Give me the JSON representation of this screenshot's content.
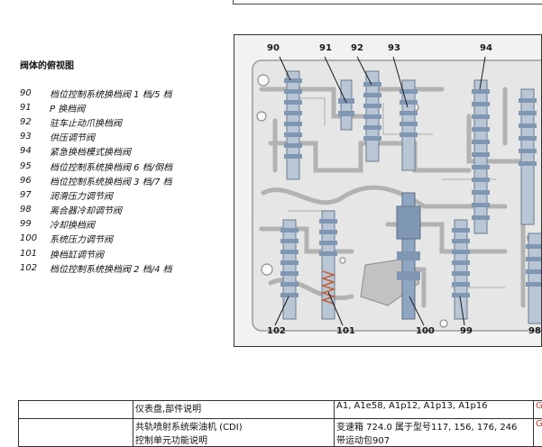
{
  "heading": "阀体的俯视图",
  "legend": [
    {
      "num": "90",
      "text": "档位控制系统换档阀 1 档/5 档"
    },
    {
      "num": "91",
      "text": "P 换档阀"
    },
    {
      "num": "92",
      "text": "驻车止动爪换档阀"
    },
    {
      "num": "93",
      "text": "供压调节阀"
    },
    {
      "num": "94",
      "text": "紧急换档模式换档阀"
    },
    {
      "num": "95",
      "text": "档位控制系统换档阀 6 档/倒档"
    },
    {
      "num": "96",
      "text": "档位控制系统换档阀 3 档/7 档"
    },
    {
      "num": "97",
      "text": "润滑压力调节阀"
    },
    {
      "num": "98",
      "text": "离合器冷却调节阀"
    },
    {
      "num": "99",
      "text": "冷却换档阀"
    },
    {
      "num": "100",
      "text": "系统压力调节阀"
    },
    {
      "num": "101",
      "text": "换档缸调节阀"
    },
    {
      "num": "102",
      "text": "档位控制系统换档阀 2 档/4 档"
    }
  ],
  "figure": {
    "callouts_top": [
      "90",
      "91",
      "92",
      "93",
      "94"
    ],
    "callouts_bottom": [
      "102",
      "101",
      "100",
      "99",
      "98"
    ]
  },
  "table": {
    "row1": {
      "c2": "仪表盘,部件说明",
      "c3": "A1, A1e58, A1p12, A1p13, A1p16",
      "c4": "G"
    },
    "row2": {
      "c2": "共轨喷射系统柴油机 (CDI)",
      "c3": "变速箱 724.0 属于型号117, 156, 176, 246",
      "c4": "G"
    },
    "row2b": {
      "c2": "控制单元功能说明",
      "c3": "带运动包907"
    }
  }
}
